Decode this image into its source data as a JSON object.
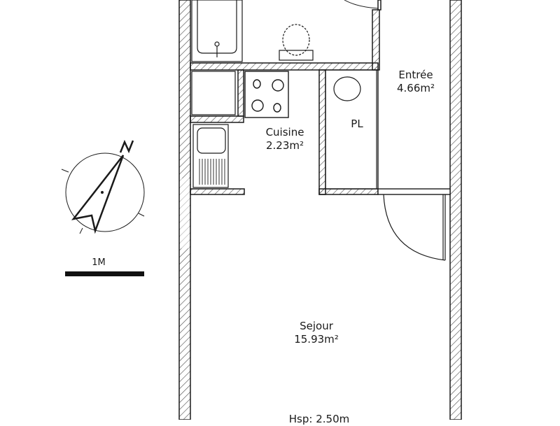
{
  "plan": {
    "rooms": [
      {
        "name": "Entrée",
        "area": "4.66m²"
      },
      {
        "name": "Cuisine",
        "area": "2.23m²"
      },
      {
        "name": "PL",
        "area": ""
      },
      {
        "name": "Sejour",
        "area": "15.93m²"
      }
    ],
    "ceiling_height": "Hsp: 2.50m"
  },
  "legend": {
    "compass_label": "N",
    "scale_label": "1M"
  },
  "colors": {
    "wall_line": "#1a1a1a",
    "hatch": "#444444",
    "background": "#ffffff"
  }
}
